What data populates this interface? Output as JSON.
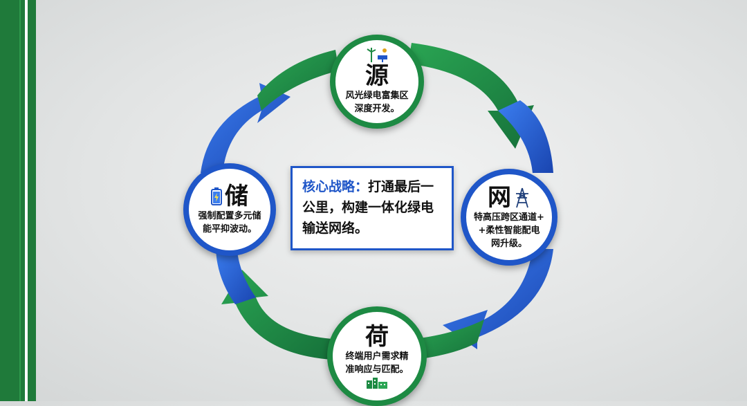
{
  "nodes": {
    "top": {
      "title": "源",
      "desc_line1": "风光绿电富集区",
      "desc_line2": "深度开发。",
      "icon": "wind-solar-icon"
    },
    "right": {
      "title": "网",
      "desc_line1": "特高压跨区通道+",
      "desc_line2": "+柔性智能配电",
      "desc_line3": "网升级。",
      "icon": "power-tower-icon"
    },
    "bottom": {
      "title": "荷",
      "desc_line1": "终端用户需求精",
      "desc_line2": "准响应与匹配。",
      "icon": "factory-icon"
    },
    "left": {
      "title": "储",
      "desc_line1": "强制配置多元储",
      "desc_line2": "能平抑波动。",
      "icon": "battery-icon"
    }
  },
  "center": {
    "label": "核心战略：",
    "text_line1": "打通最后一",
    "text_line2": "公里，构建一体化绿电",
    "text_line3": "输送网络。"
  },
  "colors": {
    "green": "#1d8a43",
    "blue": "#1f56c8",
    "stripe": "#1f7a3a"
  }
}
